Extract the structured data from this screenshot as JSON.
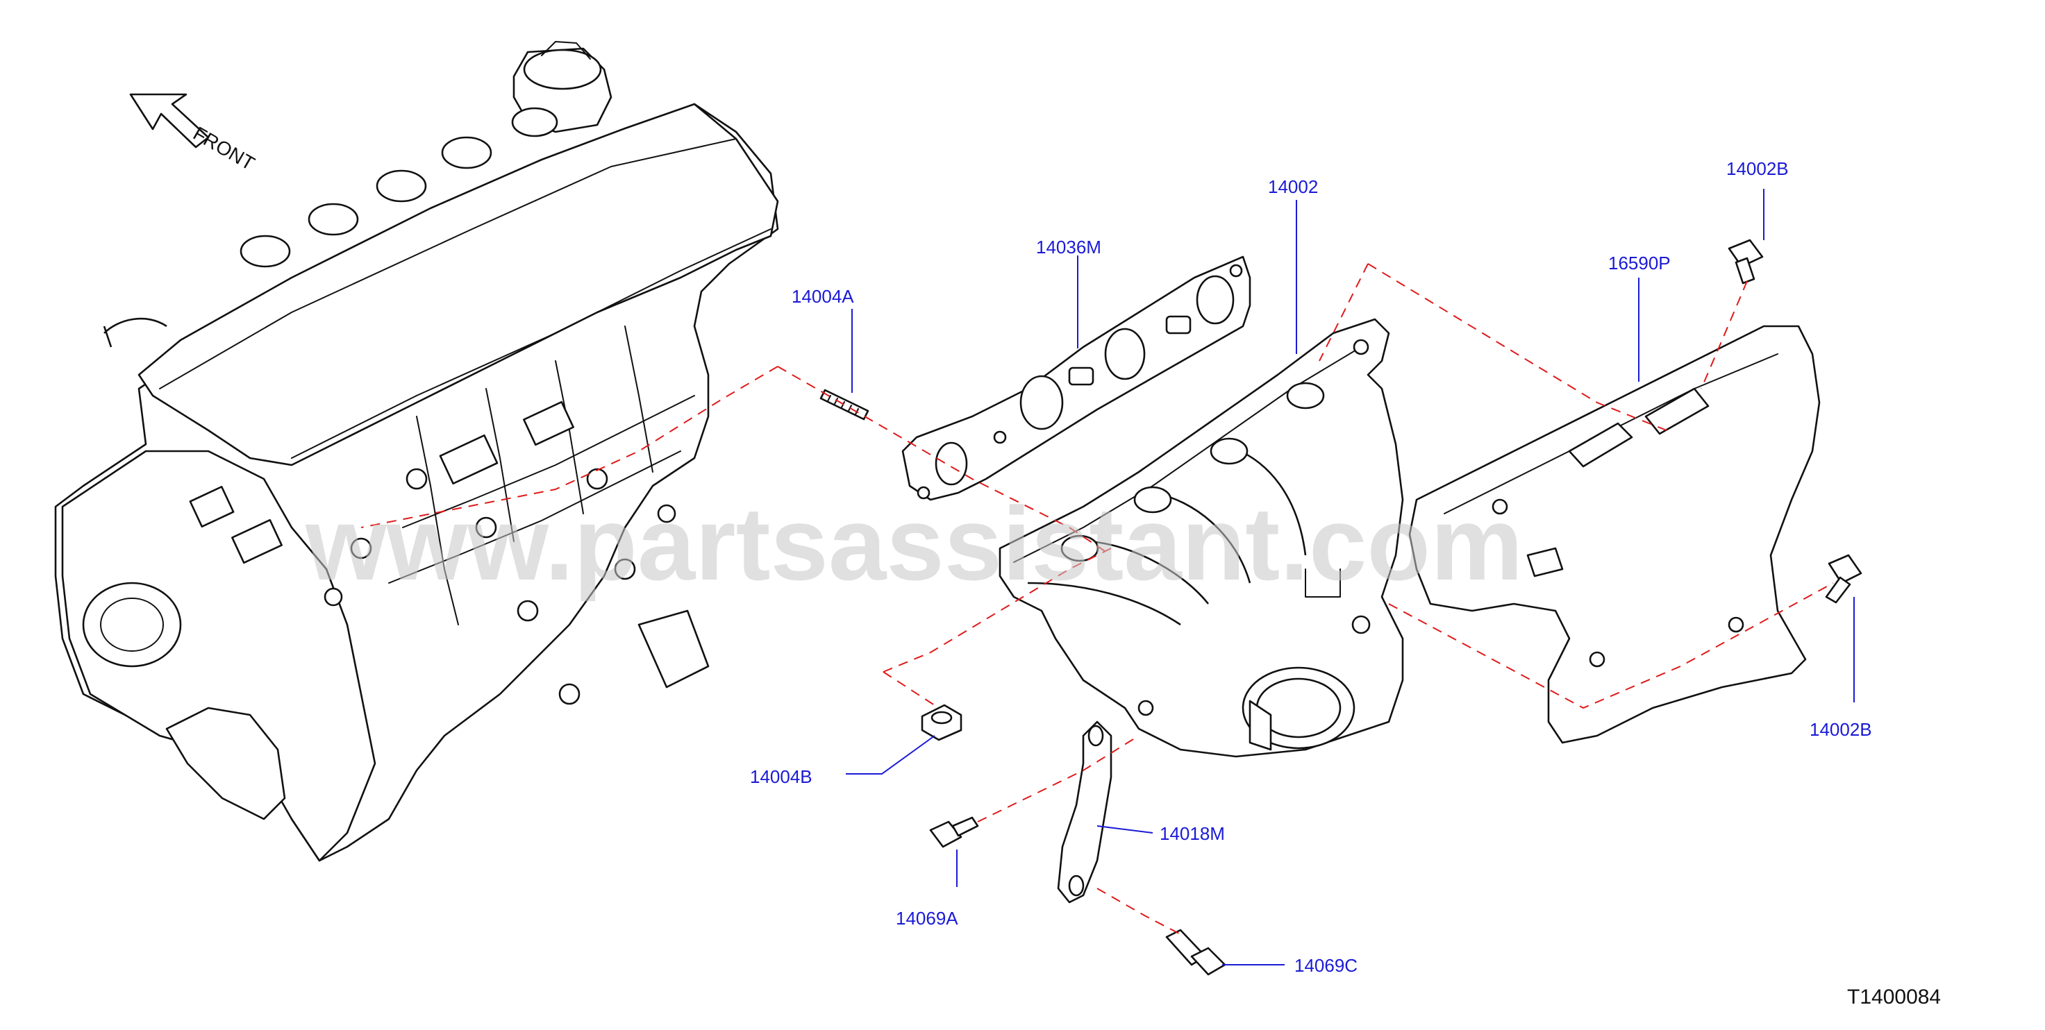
{
  "diagram": {
    "front_label": "FRONT",
    "watermark": "www.partsassistant.com",
    "illustration_code": "T1400084",
    "parts": {
      "p14002": "14002",
      "p14002B_top": "14002B",
      "p14002B_right": "14002B",
      "p16590P": "16590P",
      "p14036M": "14036M",
      "p14004A": "14004A",
      "p14004B": "14004B",
      "p14018M": "14018M",
      "p14069A": "14069A",
      "p14069C": "14069C"
    },
    "colors": {
      "label": "#1a1ad6",
      "dash": "#e01a1a",
      "ink": "#111111"
    }
  }
}
